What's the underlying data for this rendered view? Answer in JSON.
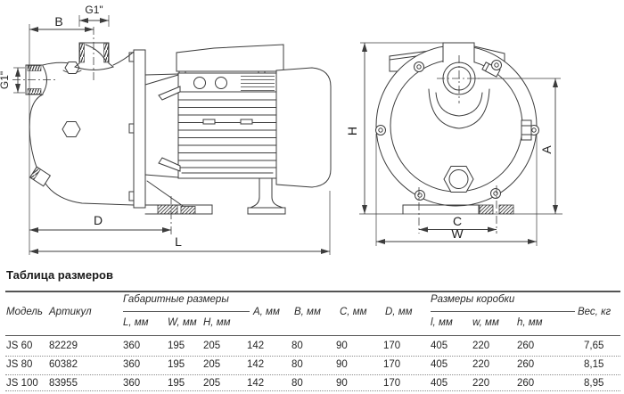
{
  "colors": {
    "line": "#3c3c3c",
    "text": "#262626",
    "rule": "#545454",
    "background": "#ffffff"
  },
  "diagram": {
    "side_view": {
      "dim_b": "B",
      "dim_d": "D",
      "dim_l": "L",
      "port_top": "G1\"",
      "port_side": "G1\""
    },
    "front_view": {
      "dim_h": "H",
      "dim_a": "A",
      "dim_c": "C",
      "dim_w": "W"
    }
  },
  "table": {
    "title": "Таблица размеров",
    "groups": {
      "overall": "Габаритные размеры",
      "box": "Размеры коробки"
    },
    "headers": {
      "model": "Модель",
      "sku": "Артикул",
      "L": "L, мм",
      "W": "W, мм",
      "H": "H, мм",
      "A": "A, мм",
      "B": "B, мм",
      "C": "C, мм",
      "D": "D, мм",
      "l": "l, мм",
      "w": "w, мм",
      "h": "h, мм",
      "weight": "Вес, кг"
    },
    "rows": [
      [
        "JS 60",
        "82229",
        "360",
        "195",
        "205",
        "142",
        "80",
        "90",
        "170",
        "405",
        "220",
        "260",
        "7,65"
      ],
      [
        "JS 80",
        "60382",
        "360",
        "195",
        "205",
        "142",
        "80",
        "90",
        "170",
        "405",
        "220",
        "260",
        "8,15"
      ],
      [
        "JS 100",
        "83955",
        "360",
        "195",
        "205",
        "142",
        "80",
        "90",
        "170",
        "405",
        "220",
        "260",
        "8,95"
      ]
    ]
  }
}
